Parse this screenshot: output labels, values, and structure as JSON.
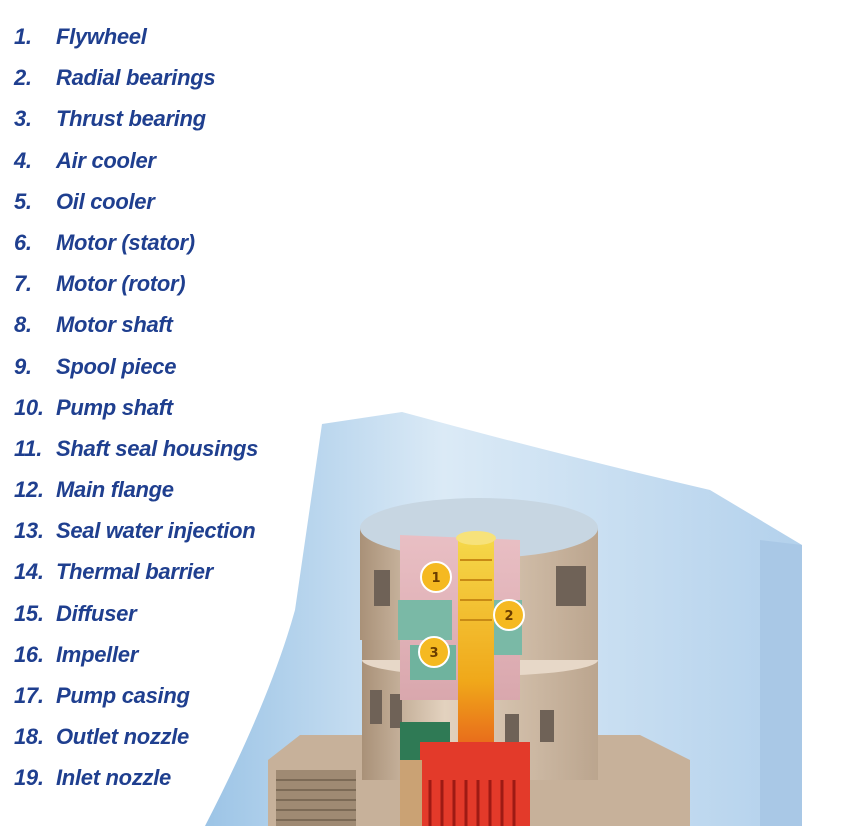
{
  "legend": [
    {
      "num": "1.",
      "label": "Flywheel"
    },
    {
      "num": "2.",
      "label": "Radial bearings"
    },
    {
      "num": "3.",
      "label": "Thrust bearing"
    },
    {
      "num": "4.",
      "label": "Air cooler"
    },
    {
      "num": "5.",
      "label": "Oil cooler"
    },
    {
      "num": "6.",
      "label": "Motor (stator)"
    },
    {
      "num": "7.",
      "label": "Motor (rotor)"
    },
    {
      "num": "8.",
      "label": "Motor shaft"
    },
    {
      "num": "9.",
      "label": "Spool piece"
    },
    {
      "num": "10.",
      "label": "Pump shaft"
    },
    {
      "num": "11.",
      "label": "Shaft seal housings"
    },
    {
      "num": "12.",
      "label": "Main flange"
    },
    {
      "num": "13.",
      "label": "Seal water injection"
    },
    {
      "num": "14.",
      "label": "Thermal barrier"
    },
    {
      "num": "15.",
      "label": "Diffuser"
    },
    {
      "num": "16.",
      "label": "Impeller"
    },
    {
      "num": "17.",
      "label": "Pump casing"
    },
    {
      "num": "18.",
      "label": "Outlet nozzle"
    },
    {
      "num": "19.",
      "label": "Inlet nozzle"
    }
  ],
  "callouts": [
    "1",
    "2",
    "3"
  ],
  "colors": {
    "legend_text": "#1f3f8f",
    "background_panel": "#cfe3f2",
    "housing": "#d8c3ad",
    "shaft": "#f2c21a",
    "hot_core": "#e0302a",
    "callout": "#f5b921"
  }
}
